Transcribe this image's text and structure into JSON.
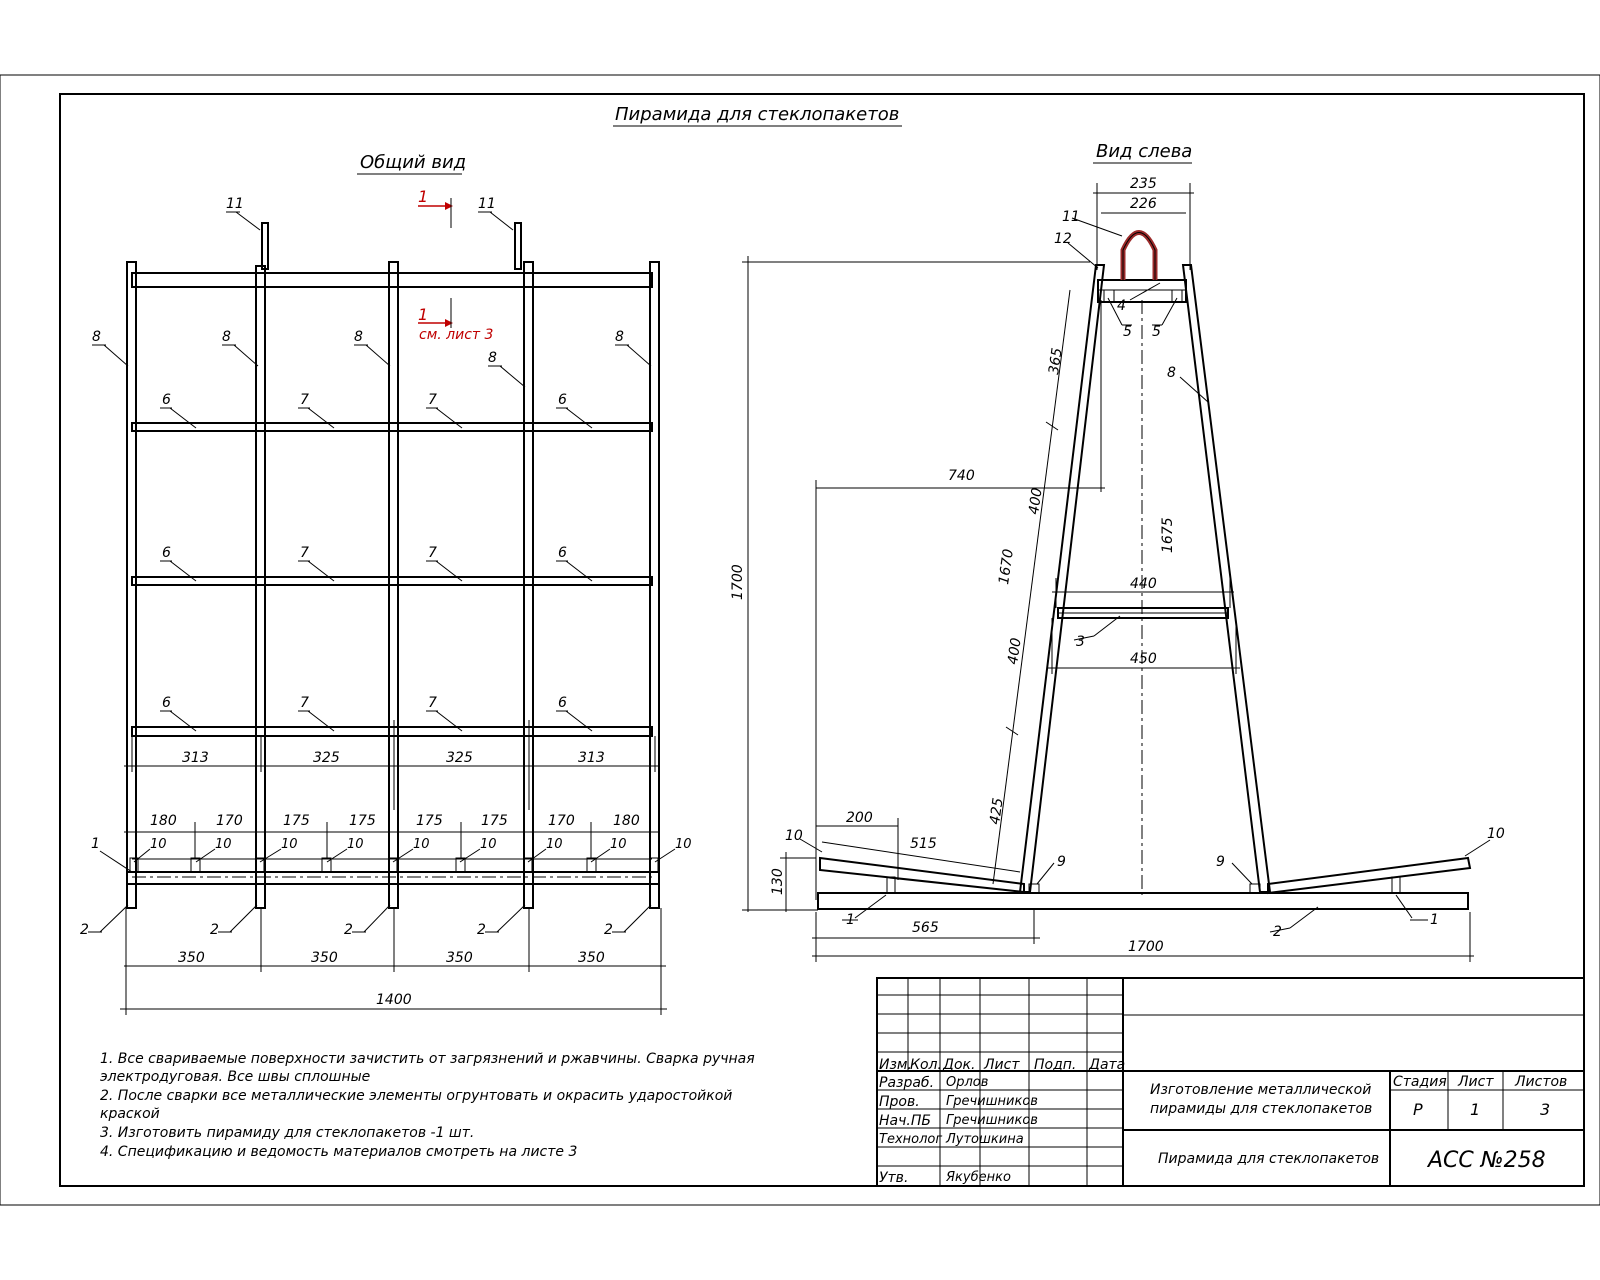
{
  "title": "Пирамида для стеклопакетов",
  "views": {
    "front": "Общий вид",
    "side": "Вид слева"
  },
  "section_mark": {
    "number": "1",
    "ref": "см. лист 3"
  },
  "front_dims": {
    "bays_upper": [
      "313",
      "325",
      "325",
      "313"
    ],
    "sub": [
      "180",
      "170",
      "175",
      "175",
      "175",
      "175",
      "170",
      "180"
    ],
    "bays_lower": [
      "350",
      "350",
      "350",
      "350"
    ],
    "total": "1400"
  },
  "front_labels": {
    "l1": "1",
    "l2": "2",
    "l6": "6",
    "l7": "7",
    "l8": "8",
    "l10": "10",
    "l11": "11"
  },
  "side_dims": {
    "d235": "235",
    "d226": "226",
    "d1700v": "1700",
    "d740": "740",
    "d365": "365",
    "d400a": "400",
    "d1670": "1670",
    "d400b": "400",
    "d425": "425",
    "d1675": "1675",
    "d440": "440",
    "d450": "450",
    "d200": "200",
    "d515": "515",
    "d130": "130",
    "d565": "565",
    "d1700h": "1700"
  },
  "side_labels": {
    "l1": "1",
    "l2": "2",
    "l3": "3",
    "l4": "4",
    "l5": "5",
    "l8": "8",
    "l9": "9",
    "l10": "10",
    "l11": "11",
    "l12": "12"
  },
  "notes": [
    "1.  Все свариваемые поверхности зачистить от загрязнений и ржавчины. Сварка ручная",
    "электродуговая. Все швы сплошные",
    "2.  После сварки все металлические элементы огрунтовать и окрасить ударостойкой",
    "краской",
    "3.  Изготовить пирамиду для стеклопакетов -1 шт.",
    "4.  Спецификацию и ведомость материалов смотреть на листе 3"
  ],
  "title_block": {
    "headers": [
      "Изм.",
      "Кол.",
      "Док.",
      "Лист",
      "Подп.",
      "Дата"
    ],
    "roles": [
      {
        "role": "Разраб.",
        "name": "Орлов"
      },
      {
        "role": "Пров.",
        "name": "Гречишников"
      },
      {
        "role": "Нач.ПБ",
        "name": "Гречишников"
      },
      {
        "role": "Технолог",
        "name": "Лутошкина"
      },
      {
        "role": "Утв.",
        "name": "Якубенко"
      }
    ],
    "project_line1": "Изготовление металлической",
    "project_line2": "пирамиды для стеклопакетов",
    "sheet_name": "Пирамида для стеклопакетов",
    "stage_label": "Стадия",
    "sheet_label": "Лист",
    "sheets_label": "Листов",
    "stage": "Р",
    "sheet": "1",
    "sheets": "3",
    "code": "АСС №258"
  },
  "colors": {
    "line": "#000000",
    "section": "#c00000"
  }
}
